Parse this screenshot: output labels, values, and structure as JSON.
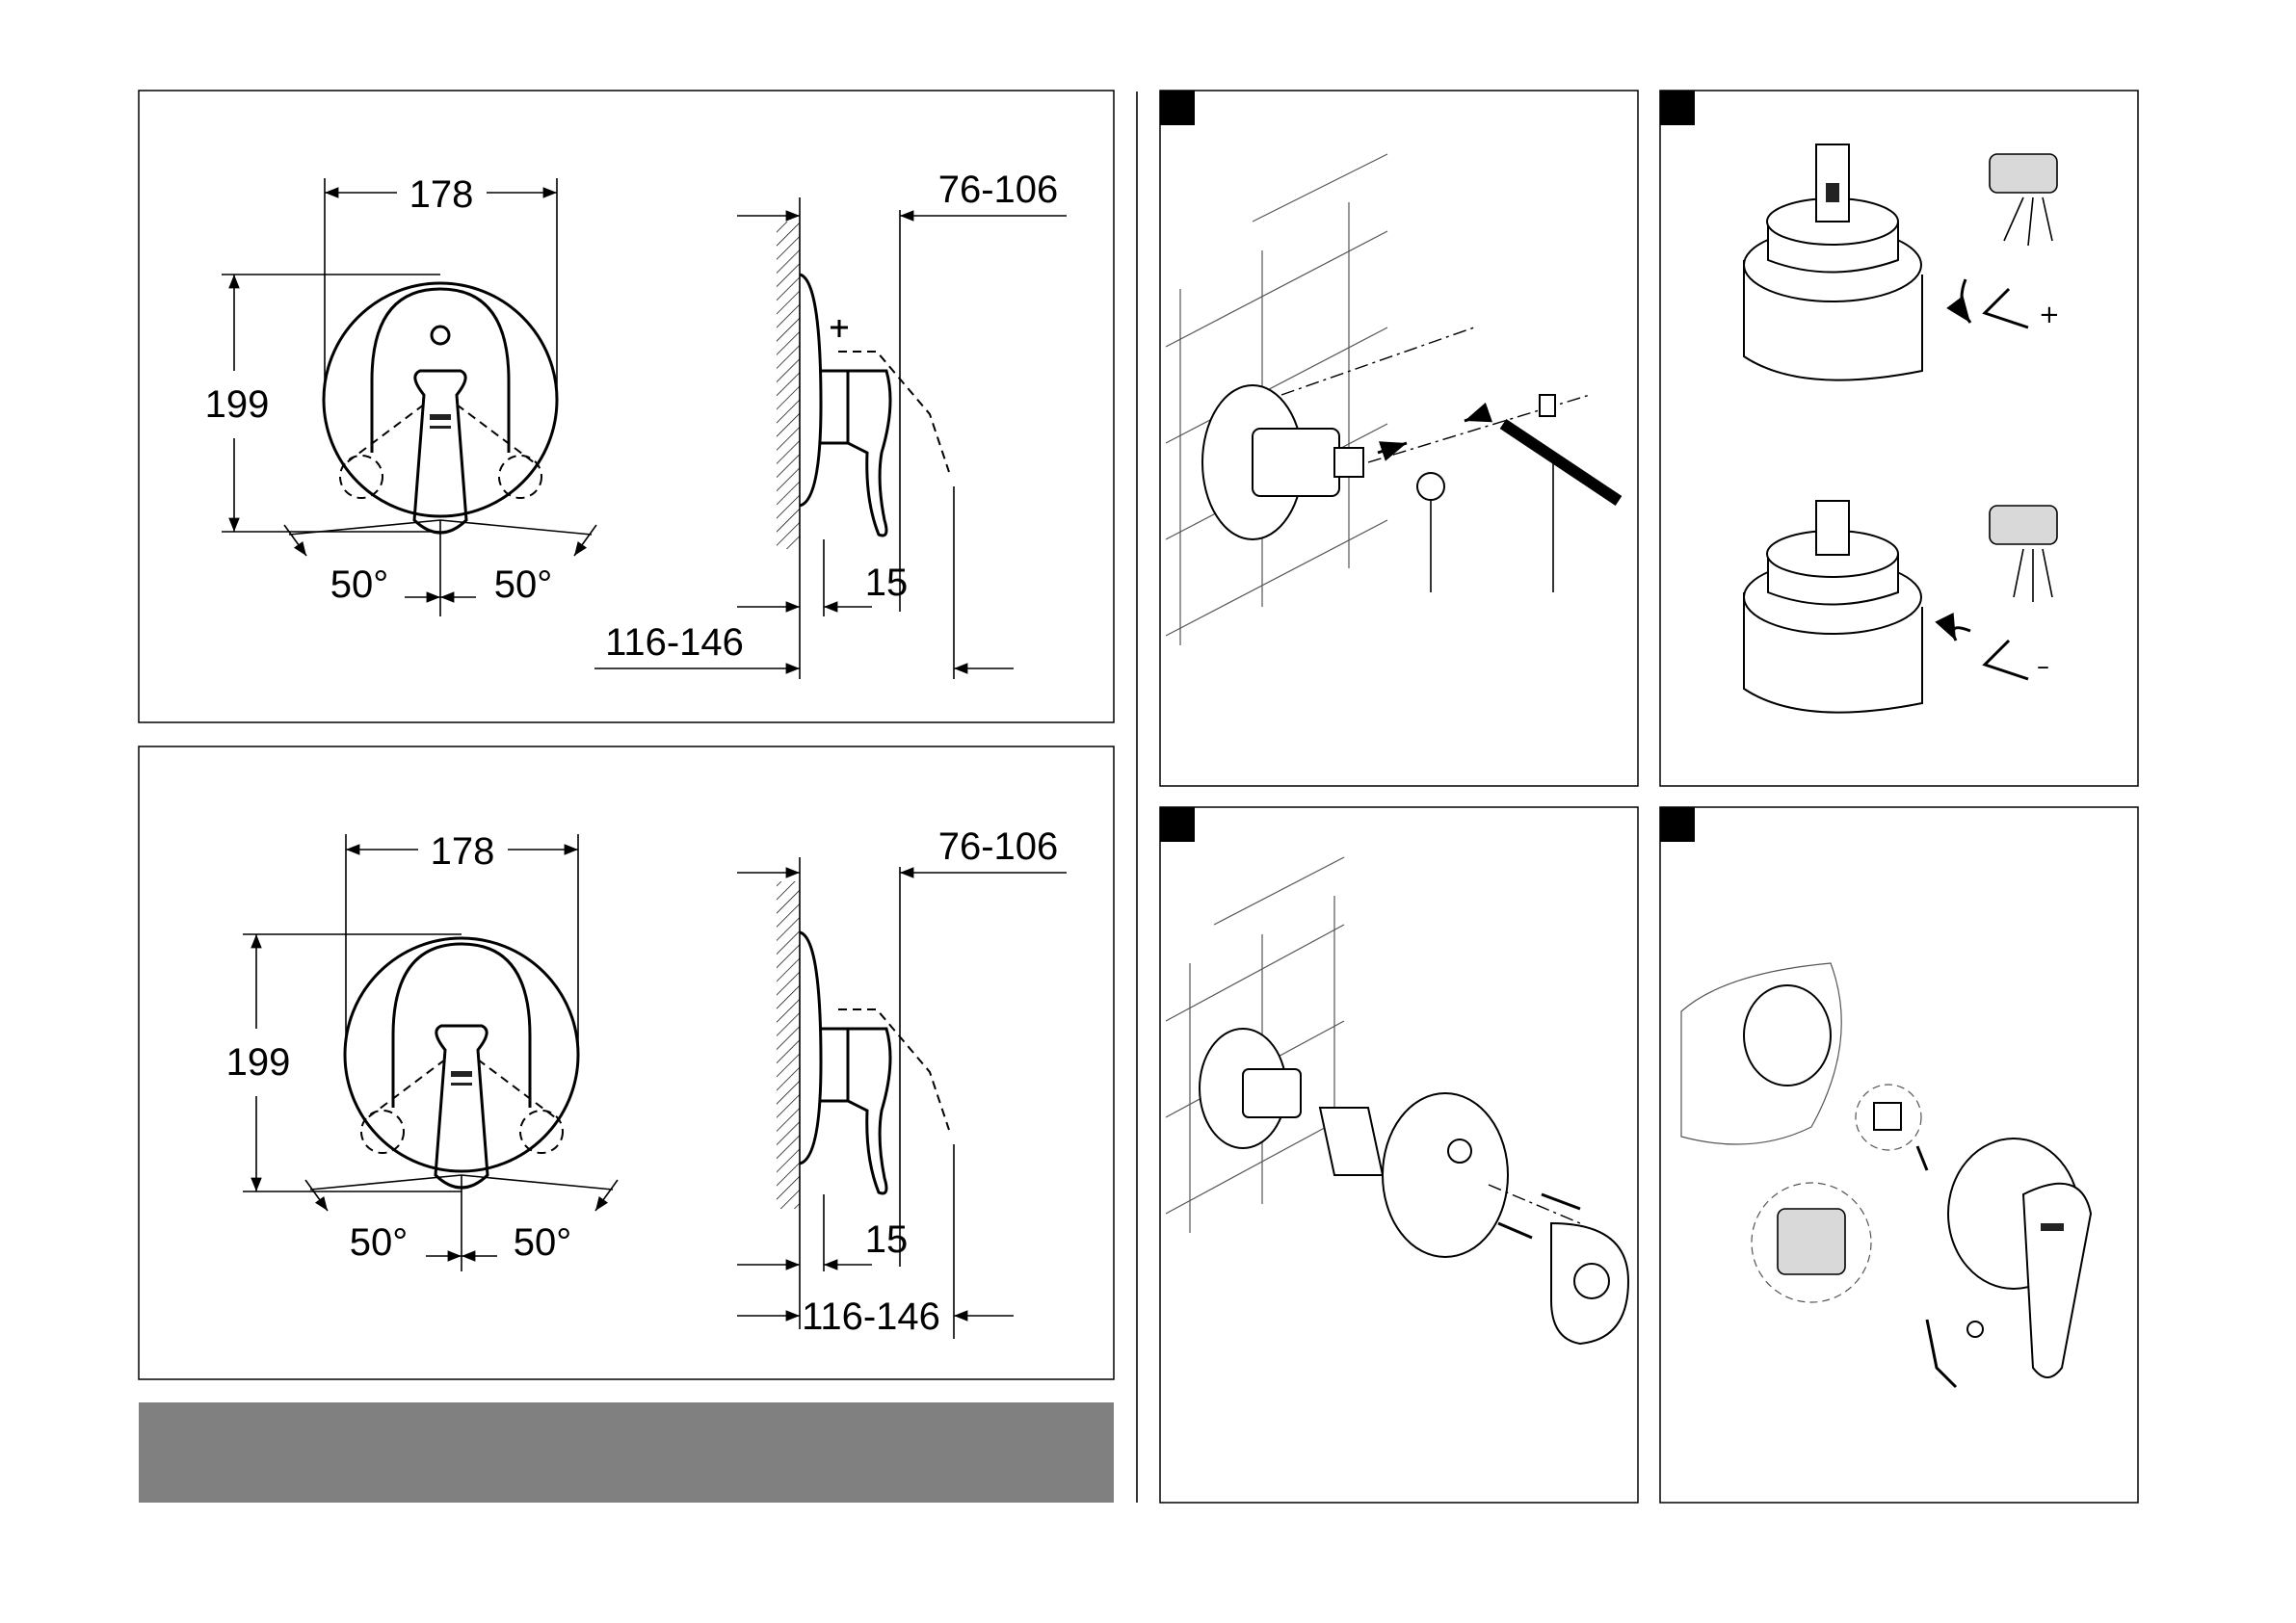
{
  "dimensions_top": {
    "width": "178",
    "height": "199",
    "angle_left": "50°",
    "angle_right": "50°",
    "depth_range": "76-106",
    "offset": "15",
    "wall_range": "116-146"
  },
  "dimensions_bottom": {
    "width": "178",
    "height": "199",
    "angle_left": "50°",
    "angle_right": "50°",
    "depth_range": "76-106",
    "offset": "15",
    "wall_range": "116-146"
  },
  "adjustment": {
    "plus_sign": "+",
    "minus_sign": "–"
  },
  "colors": {
    "line": "#000000",
    "grey_bar": "#808080",
    "background": "#ffffff"
  }
}
